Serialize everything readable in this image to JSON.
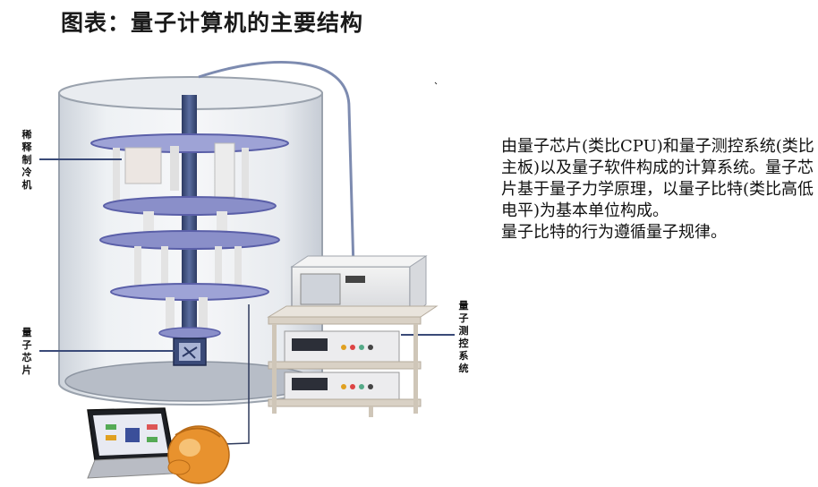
{
  "title": "图表：量子计算机的主要结构",
  "labels": {
    "dilution_fridge": "稀释制冷机",
    "quantum_chip": "量子芯片",
    "measurement_control": "量子测控系统"
  },
  "description": [
    "由量子芯片(类比CPU)和量子测控系统(类比主板)以及量子软件构成的计算系统。量子芯片基于量子力学原理，以量子比特(类比高低电平)为基本单位构成。",
    "量子比特的行为遵循量子规律。"
  ],
  "colors": {
    "tank_glass": "#dfe4ea",
    "rod": "#3d4f7c",
    "disc": "#8a8fc9",
    "disc_edge": "#5a5fa8",
    "floor": "#b8bec8",
    "cable": "#7d8bb0",
    "character": "#e8922e"
  },
  "icons": [
    "device-logo-icon",
    "laptop-icon",
    "character-icon"
  ]
}
